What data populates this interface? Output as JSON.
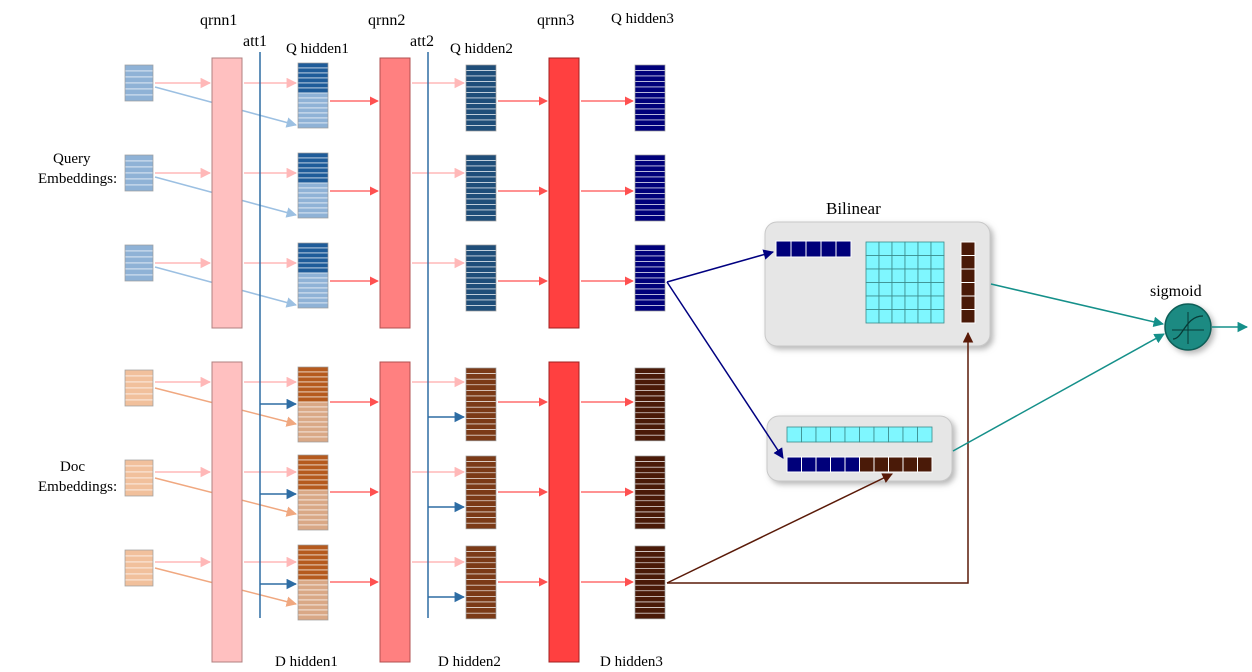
{
  "labels": {
    "qrnn1": "qrnn1",
    "qrnn2": "qrnn2",
    "qrnn3": "qrnn3",
    "att1": "att1",
    "att2": "att2",
    "q_hidden1": "Q hidden1",
    "q_hidden2": "Q hidden2",
    "q_hidden3": "Q hidden3",
    "d_hidden1": "D hidden1",
    "d_hidden2": "D hidden2",
    "d_hidden3": "D hidden3",
    "query_emb_line1": "Query",
    "query_emb_line2": "Embeddings:",
    "doc_emb_line1": "Doc",
    "doc_emb_line2": "Embeddings:",
    "bilinear": "Bilinear",
    "sigmoid": "sigmoid"
  },
  "colors": {
    "query_embedding": "#8fb2d6",
    "doc_embedding": "#f1c09c",
    "q_hidden1_top": "#1f5c99",
    "q_hidden1_bottom": "#8fb2d6",
    "d_hidden1_top": "#b55a1e",
    "d_hidden1_bottom": "#d9a886",
    "q_hidden2": "#1f4e79",
    "d_hidden2": "#7b3a17",
    "q_hidden3": "#00007a",
    "d_hidden3": "#4a1a08",
    "qrnn1": "#ffc0c0",
    "qrnn2": "#ff8080",
    "qrnn3": "#ff4040",
    "att_line": "#2e6da4",
    "red_arrow": "#ff5050",
    "pink_arrow": "#ffb8b8",
    "query_cross_arrow": "#9cc0e2",
    "doc_cross_arrow": "#f0a880",
    "bilinear_matrix": "#7ff7ff",
    "panel": "#e6e6e6",
    "sigmoid_node": "#1a8a82",
    "output_arrow": "#15908a",
    "query_vector_arrow": "#000080",
    "doc_vector_arrow": "#5a1a08"
  }
}
